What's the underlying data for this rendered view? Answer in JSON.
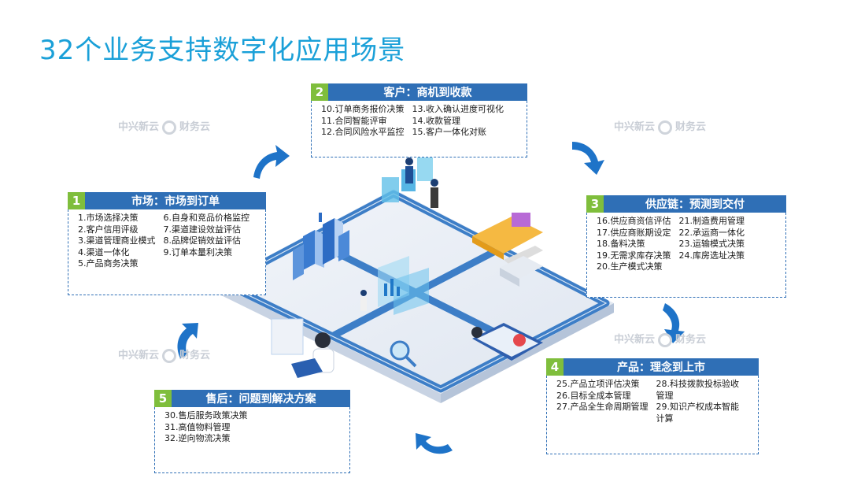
{
  "title": "32个业务支持数字化应用场景",
  "watermark": {
    "left": "中兴新云",
    "right": "财务云"
  },
  "colors": {
    "title": "#1aa0d8",
    "header": "#2f6fb6",
    "badge": "#7fbe3c",
    "flow_arrow": "#1e73c8"
  },
  "panels": [
    {
      "num": "1",
      "title": "市场：市场到订单",
      "col1": [
        "1.市场选择决策",
        "2.客户信用评级",
        "3.渠道管理商业模式",
        "4.渠道一体化",
        "5.产品商务决策"
      ],
      "col2": [
        "6.自身和竞品价格监控",
        "7.渠道建设效益评估",
        "8.品牌促销效益评估",
        "9.订单本量利决策"
      ]
    },
    {
      "num": "2",
      "title": "客户：商机到收款",
      "col1": [
        "10.订单商务报价决策",
        "11.合同智能评审",
        "12.合同风险水平监控"
      ],
      "col2": [
        "13.收入确认进度可视化",
        "14.收款管理",
        "15.客户一体化对账"
      ]
    },
    {
      "num": "3",
      "title": "供应链：预测到交付",
      "col1": [
        "16.供应商资信评估",
        "17.供应商账期设定",
        "18.备料决策",
        "19.无需求库存决策",
        "20.生产模式决策"
      ],
      "col2": [
        "21.制造费用管理",
        "22.承运商一体化",
        "23.运输模式决策",
        "24.库房选址决策"
      ]
    },
    {
      "num": "4",
      "title": "产品：理念到上市",
      "col1": [
        "25.产品立项评估决策",
        "26.目标全成本管理",
        "27.产品全生命周期管理"
      ],
      "col2": [
        "28.科技拨款投标验收",
        "管理",
        "29.知识产权成本智能",
        "计算"
      ]
    },
    {
      "num": "5",
      "title": "售后：问题到解决方案",
      "col1": [
        "30.售后服务政策决策",
        "31.高值物料管理",
        "32.逆向物流决策"
      ],
      "col2": []
    }
  ]
}
